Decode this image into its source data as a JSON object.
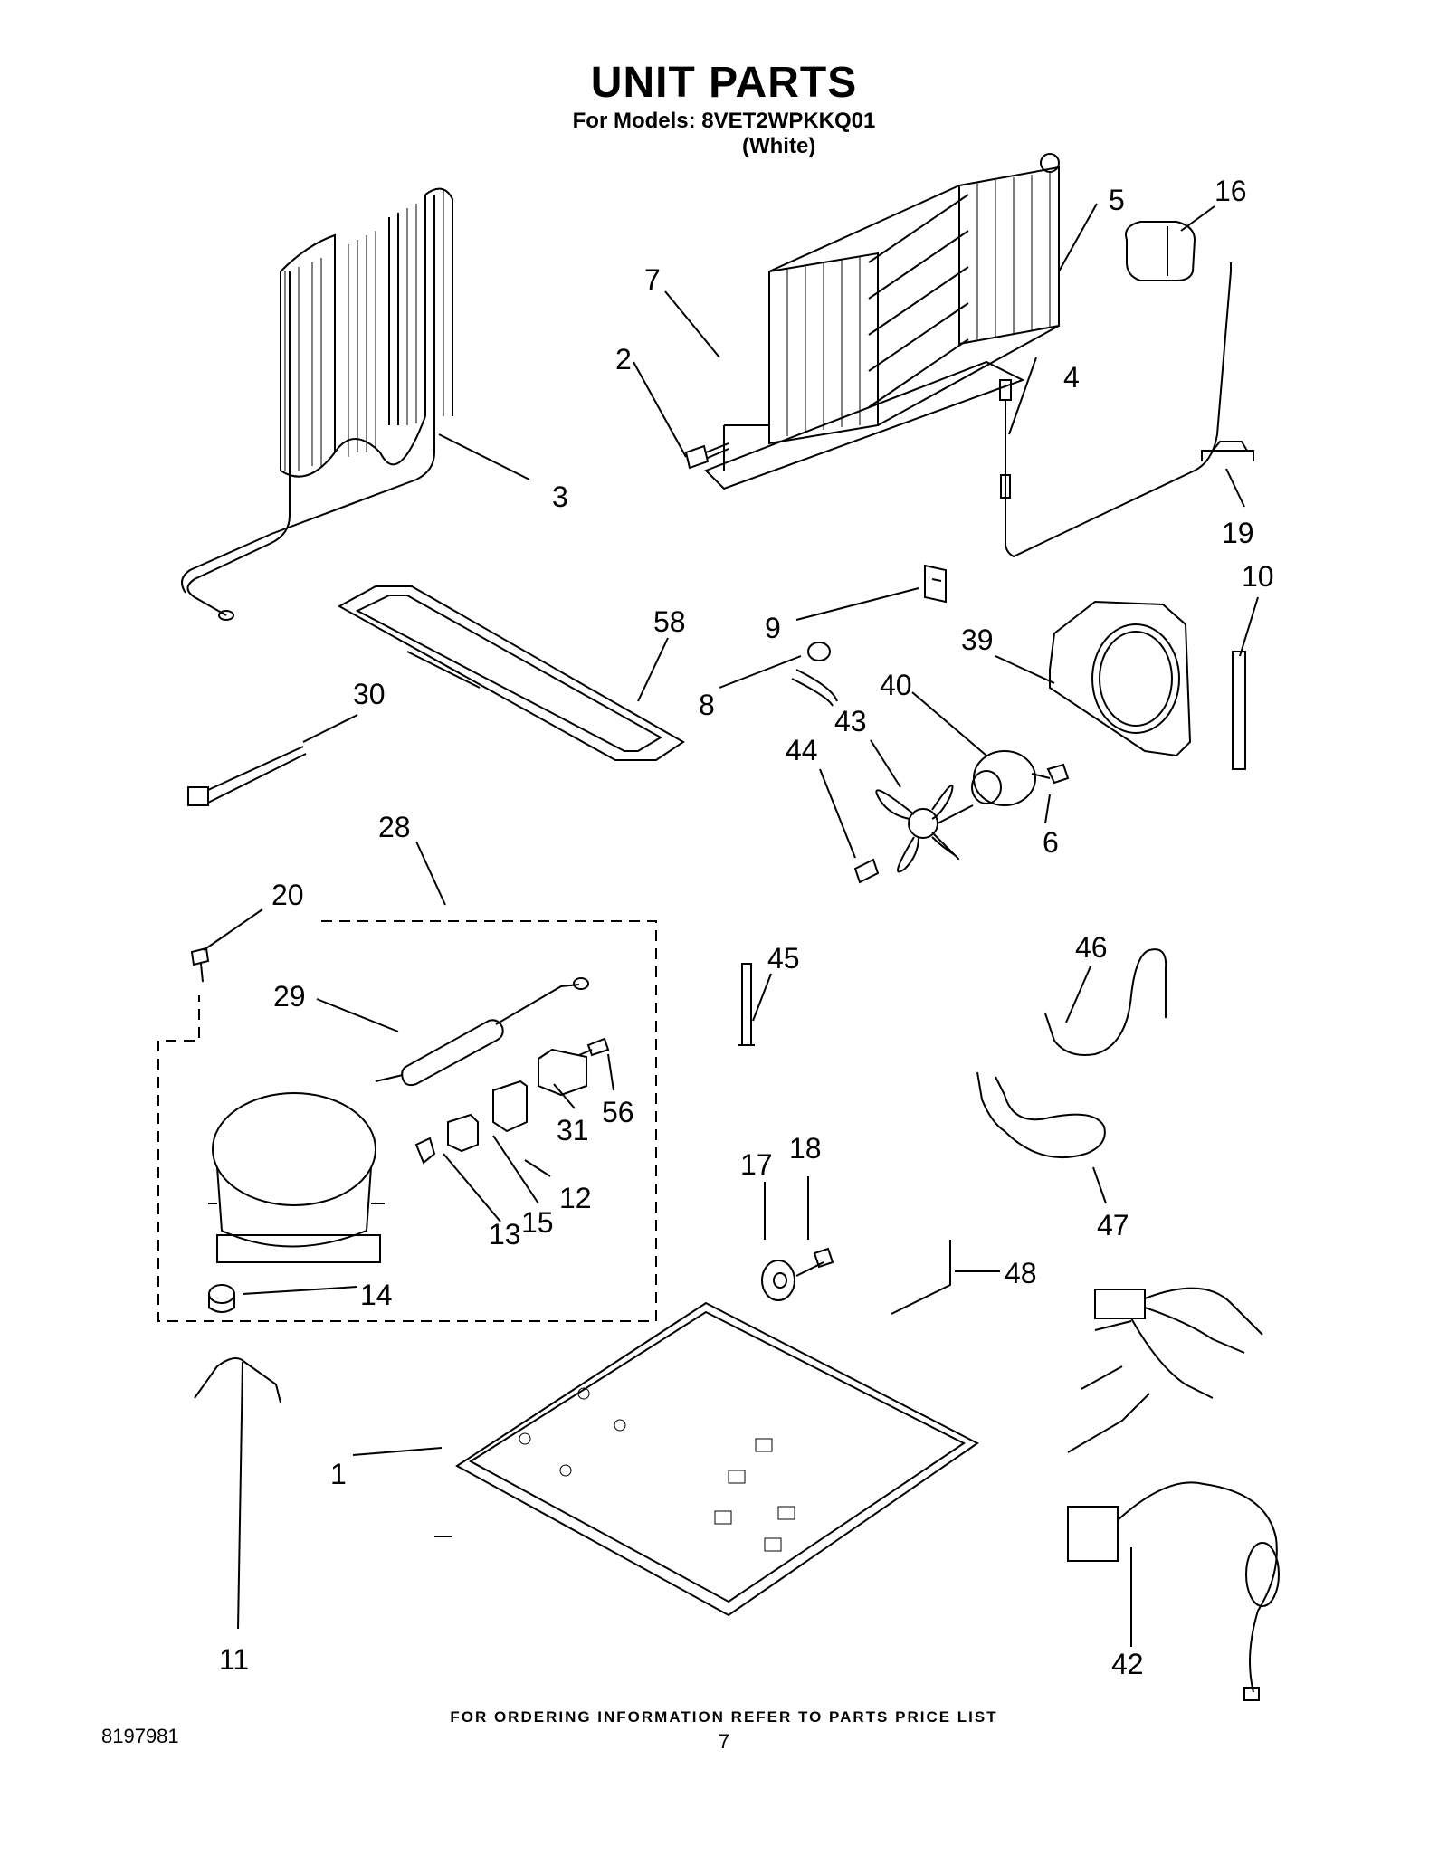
{
  "header": {
    "title": "UNIT PARTS",
    "models_line": "For Models: 8VET2WPKKQ01",
    "color_line": "(White)"
  },
  "callouts": [
    "1",
    "2",
    "3",
    "4",
    "5",
    "6",
    "7",
    "8",
    "9",
    "10",
    "11",
    "12",
    "13",
    "14",
    "15",
    "16",
    "17",
    "18",
    "19",
    "20",
    "28",
    "29",
    "30",
    "31",
    "39",
    "40",
    "42",
    "43",
    "44",
    "45",
    "46",
    "47",
    "48",
    "56",
    "58"
  ],
  "footer": {
    "note": "FOR ORDERING INFORMATION REFER TO PARTS PRICE LIST",
    "doc_number": "8197981",
    "page_number": "7"
  }
}
